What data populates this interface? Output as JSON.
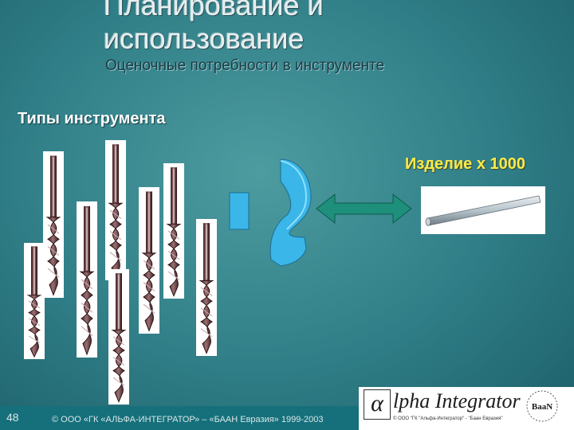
{
  "header": {
    "title_line1": "Планирование и",
    "title_line2": "использование",
    "subtitle": "Оценочные потребности в инструменте"
  },
  "main": {
    "section_label": "Типы инструмента",
    "product_label": "Изделие х 1000"
  },
  "footer": {
    "page_number": "48",
    "copyright": "© ООО «ГК «АЛЬФА-ИНТЕГРАТОР» – «БААН Евразия» 1999-2003",
    "logo_text": "lpha Integrator",
    "logo_alpha": "α",
    "logo_subtext": "© ООО \"ГК \"Альфа-Интегратор\" - \"Баан Евразия\"",
    "baan_text": "BaaN"
  },
  "colors": {
    "background": "#2f7d86",
    "accent_yellow": "#ffea4a",
    "symbol_blue": "#3ab6e8",
    "arrow_green": "#1d8f7a"
  },
  "icons": [
    "drill-bit-icon",
    "question-mark-icon",
    "double-arrow-icon",
    "rod-icon",
    "alpha-logo-icon",
    "baan-logo-icon"
  ]
}
